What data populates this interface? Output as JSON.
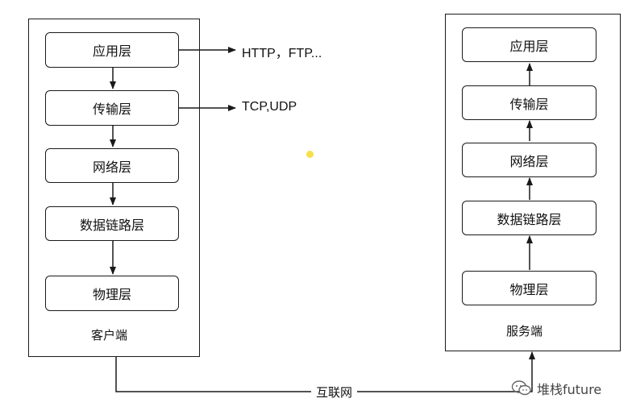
{
  "client": {
    "layers": [
      "应用层",
      "传输层",
      "网络层",
      "数据链路层",
      "物理层"
    ],
    "label": "客户端"
  },
  "server": {
    "layers": [
      "应用层",
      "传输层",
      "网络层",
      "数据链路层",
      "物理层"
    ],
    "label": "服务端"
  },
  "protocols": {
    "application": "HTTP，FTP...",
    "transport": "TCP,UDP"
  },
  "link_label": "互联网",
  "watermark": {
    "text": "堆栈future",
    "icon": "wechat-icon"
  },
  "colors": {
    "stroke": "#1a1a1a",
    "highlight": "#f5e04a"
  }
}
